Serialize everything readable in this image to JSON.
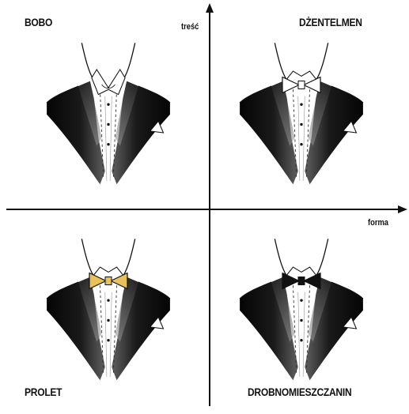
{
  "axes": {
    "y_label": "treść",
    "x_label": "forma"
  },
  "quadrants": [
    {
      "label": "BOBO",
      "position": "top-left",
      "neckwear": "none",
      "collar": "open",
      "bow_color": null
    },
    {
      "label": "DŻENTELMEN",
      "position": "top-right",
      "neckwear": "bow-tie",
      "collar": "closed",
      "bow_color": "#ffffff"
    },
    {
      "label": "PROLET",
      "position": "bottom-left",
      "neckwear": "bow-tie",
      "collar": "closed",
      "bow_color": "#e8c15a"
    },
    {
      "label": "DROBNOMIESZCZANIN",
      "position": "bottom-right",
      "neckwear": "bow-tie",
      "collar": "closed",
      "bow_color": "#111111"
    }
  ],
  "colors": {
    "axis": "#111111",
    "lapel_dark": "#0c0c0c",
    "lapel_mid": "#3a3a3a",
    "shirt": "#ffffff"
  }
}
